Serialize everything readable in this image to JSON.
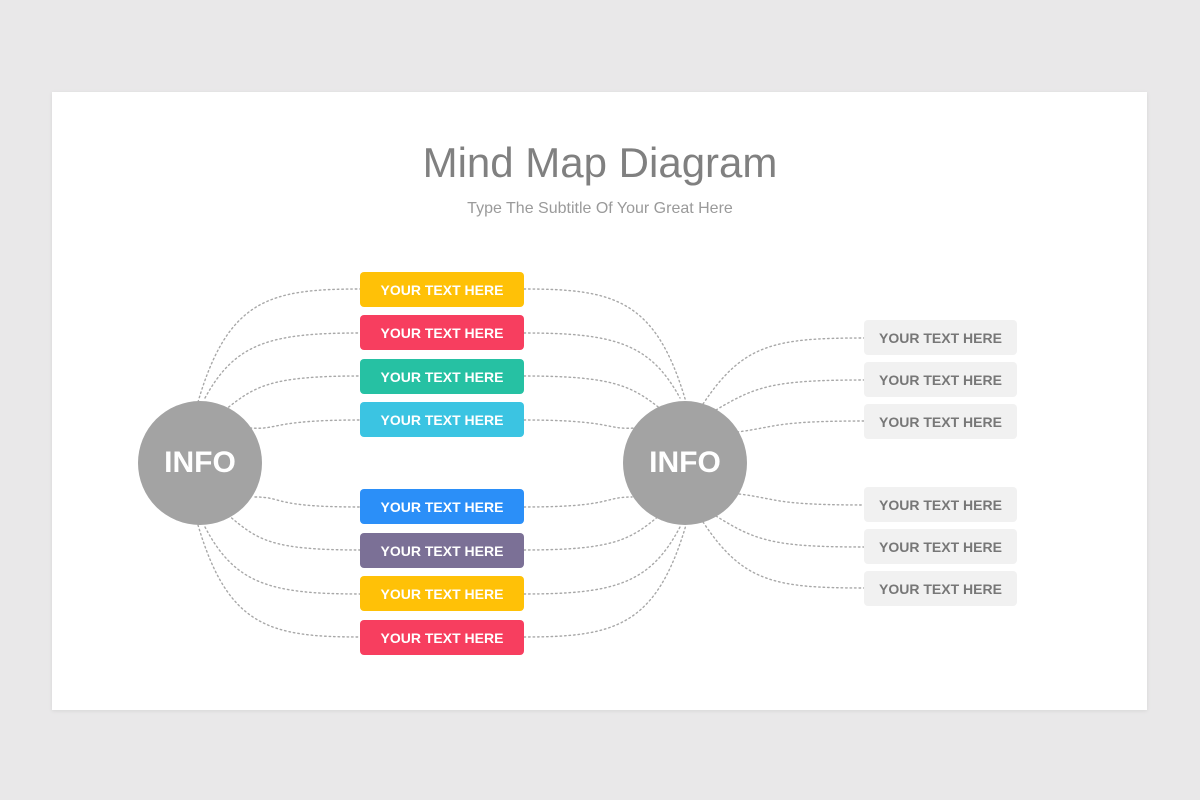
{
  "title": "Mind Map Diagram",
  "subtitle": "Type The Subtitle Of Your Great Here",
  "hubs": {
    "left": {
      "label": "INFO"
    },
    "right": {
      "label": "INFO"
    }
  },
  "center_items": [
    {
      "label": "YOUR TEXT HERE",
      "color": "#ffc107"
    },
    {
      "label": "YOUR TEXT HERE",
      "color": "#f73e5f"
    },
    {
      "label": "YOUR TEXT HERE",
      "color": "#26c1a3"
    },
    {
      "label": "YOUR TEXT HERE",
      "color": "#3bc4e2"
    },
    {
      "label": "YOUR TEXT HERE",
      "color": "#2b8ff8"
    },
    {
      "label": "YOUR TEXT HERE",
      "color": "#7b7096"
    },
    {
      "label": "YOUR TEXT HERE",
      "color": "#ffc107"
    },
    {
      "label": "YOUR TEXT HERE",
      "color": "#f73e5f"
    }
  ],
  "right_items": [
    {
      "label": "YOUR TEXT HERE"
    },
    {
      "label": "YOUR TEXT HERE"
    },
    {
      "label": "YOUR TEXT HERE"
    },
    {
      "label": "YOUR TEXT HERE"
    },
    {
      "label": "YOUR TEXT HERE"
    },
    {
      "label": "YOUR TEXT HERE"
    }
  ],
  "colors": {
    "hub": "#a3a3a3",
    "connector": "#a8a8a8",
    "right_box": "#f1f1f1"
  }
}
